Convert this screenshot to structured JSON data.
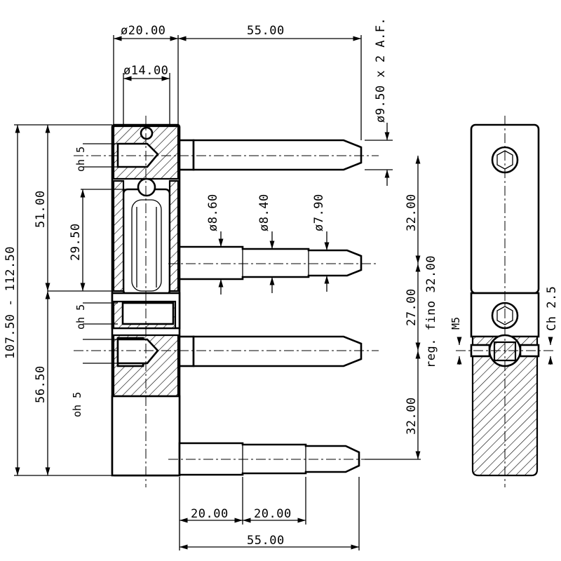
{
  "dimensions": {
    "top_diameter": "ø20.00",
    "inner_diameter": "ø14.00",
    "top_length": "55.00",
    "pin_spec": "ø9.50 x 2 A.F.",
    "pin_dia_1": "ø8.60",
    "pin_dia_2": "ø8.40",
    "pin_dia_3": "ø7.90",
    "total_height": "107.50 - 112.50",
    "upper_height": "51.00",
    "lower_height": "56.50",
    "insert_depth": "29.50",
    "right_spacing_top": "32.00",
    "right_spacing_mid": "27.00",
    "right_spacing_bottom": "32.00",
    "adjustment": "reg. fino 32.00",
    "seg_1": "20.00",
    "seg_2": "20.00",
    "bottom_length": "55.00",
    "tol_a": "oh 5",
    "tol_b": "oh 5",
    "tol_c": "oh 5",
    "thread": "M5",
    "chamfer": "Ch 2.5"
  }
}
